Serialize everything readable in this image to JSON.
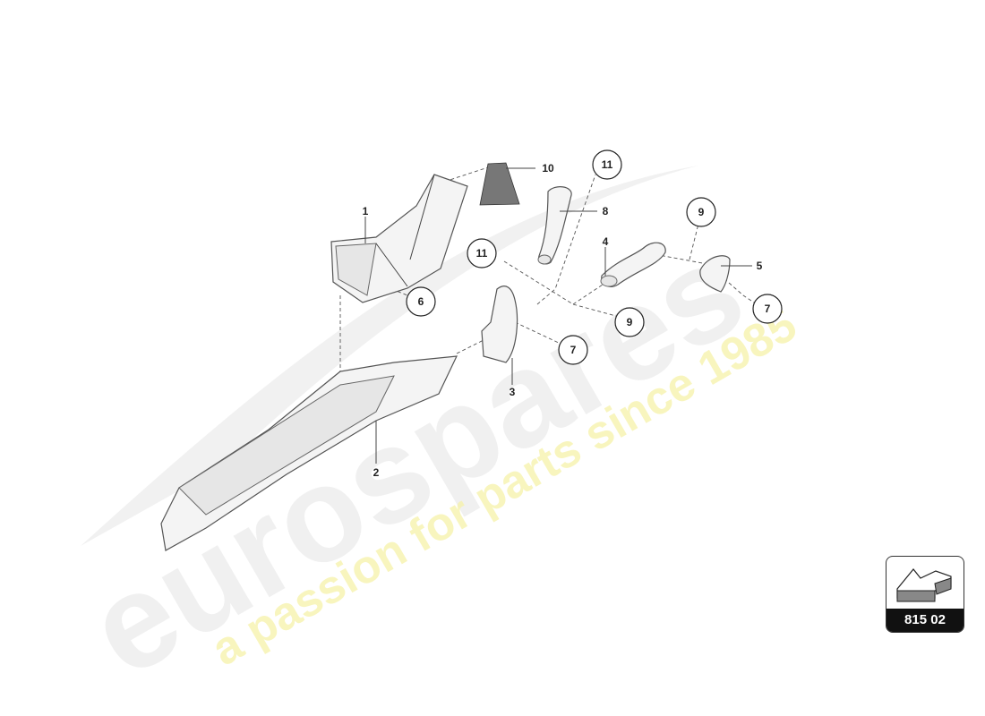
{
  "watermark": {
    "brand": "eurospares",
    "tagline": "a passion for parts since 1985",
    "brand_color": "#e8e8e8",
    "tagline_color": "#f5f0a0"
  },
  "callouts": {
    "p1": "1",
    "p2": "2",
    "p3": "3",
    "p4": "4",
    "p5": "5",
    "p6": "6",
    "p7a": "7",
    "p7b": "7",
    "p8": "8",
    "p9a": "9",
    "p9b": "9",
    "p10": "10",
    "p11a": "11",
    "p11b": "11"
  },
  "badge": {
    "code": "815 02",
    "icon": "arrow-direction-icon"
  }
}
